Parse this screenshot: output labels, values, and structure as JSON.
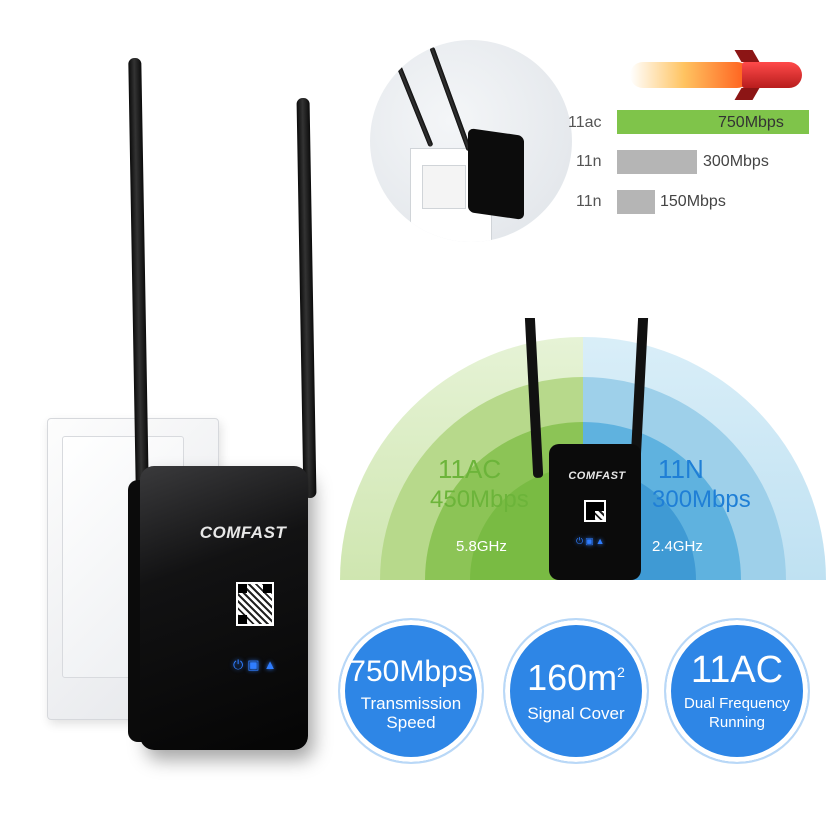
{
  "product": {
    "brand": "COMFAST"
  },
  "speed_comparison": {
    "rows": [
      {
        "standard": "11ac",
        "speed": "750Mbps",
        "color": "#7fc44a"
      },
      {
        "standard": "11n",
        "speed": "300Mbps",
        "color": "#b5b5b5"
      },
      {
        "standard": "11n",
        "speed": "150Mbps",
        "color": "#b5b5b5"
      }
    ]
  },
  "bands": {
    "left": {
      "standard": "11AC",
      "speed": "450Mbps",
      "frequency": "5.8GHz",
      "color": "#7fc44a"
    },
    "right": {
      "standard": "11N",
      "speed": "300Mbps",
      "frequency": "2.4GHz",
      "color": "#3a9be0"
    }
  },
  "features": [
    {
      "big": "750Mbps",
      "small_line1": "Transmission",
      "small_line2": "Speed"
    },
    {
      "big": "160m",
      "superscript": "2",
      "small_line1": "Signal Cover",
      "small_line2": ""
    },
    {
      "big": "11AC",
      "small_line1": "Dual Frequency",
      "small_line2": "Running"
    }
  ],
  "icons": {
    "leds": [
      "power-icon",
      "lan-icon",
      "wifi-icon"
    ]
  }
}
